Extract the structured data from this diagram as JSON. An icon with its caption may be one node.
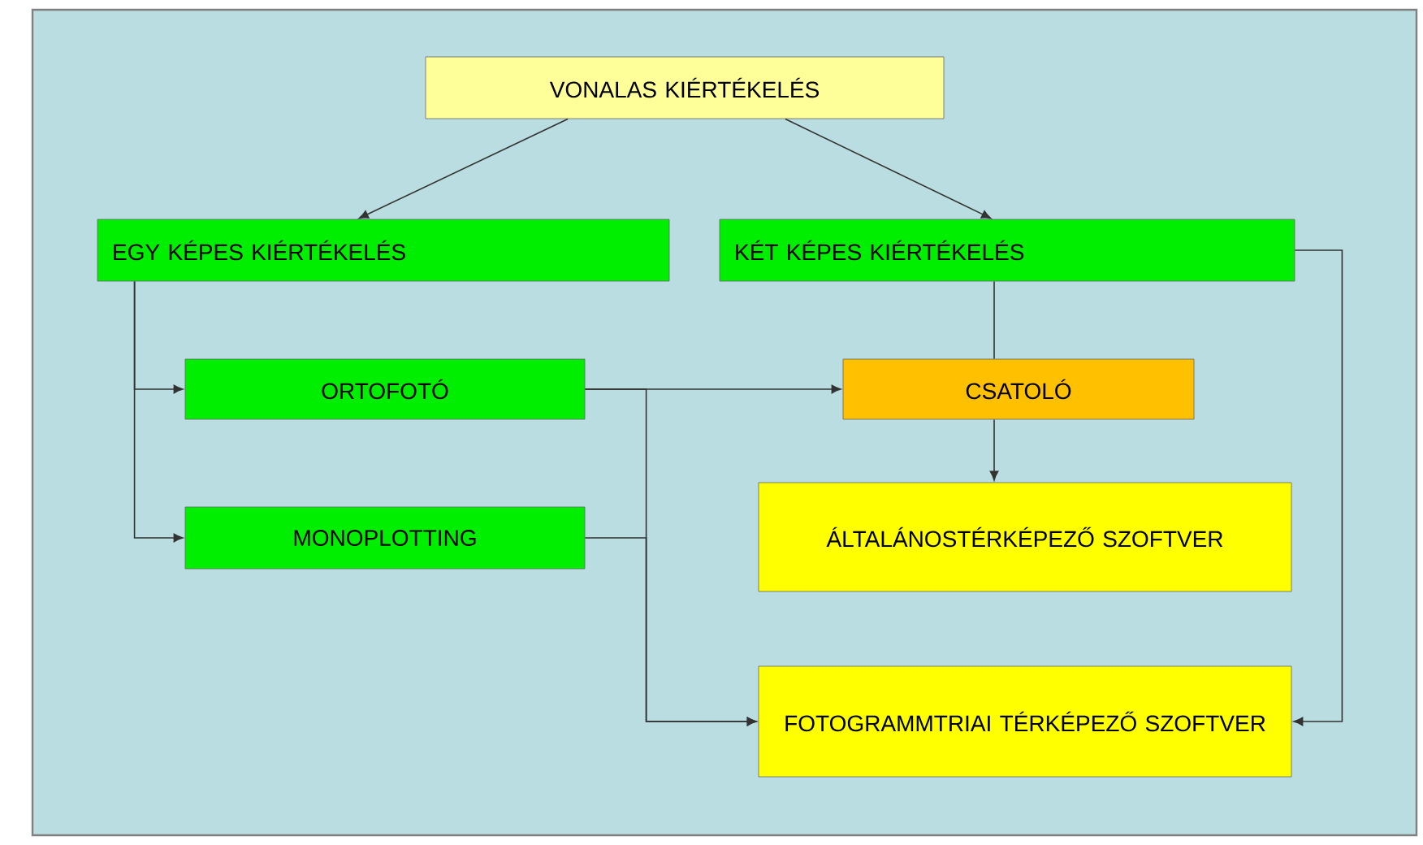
{
  "diagram": {
    "nodes": [
      {
        "text": [
          "VONALAS KIÉRTÉKELÉS"
        ]
      },
      {
        "text": [
          "EGY KÉPES KIÉRTÉKELÉS"
        ]
      },
      {
        "text": [
          "KÉT KÉPES KIÉRTÉKELÉS"
        ]
      },
      {
        "text": [
          "ORTOFOTÓ"
        ]
      },
      {
        "text": [
          "CSATOLÓ"
        ]
      },
      {
        "text": [
          "MONOPLOTTING"
        ]
      },
      {
        "text": [
          "ÁLTALÁNOSTÉRKÉPEZŐ SZOFTVER"
        ]
      },
      {
        "text": [
          "FOTOGRAMMTRIAI TÉRKÉPEZŐ SZOFTVER"
        ]
      }
    ],
    "edges": [
      {
        "from": 0,
        "to": 1,
        "arrow": "to"
      },
      {
        "from": 0,
        "to": 2,
        "arrow": "to"
      },
      {
        "from": 1,
        "to": 3,
        "arrow": "to"
      },
      {
        "from": 1,
        "to": 5,
        "arrow": "to"
      },
      {
        "from": 2,
        "to": 4,
        "arrow": "none"
      },
      {
        "from": 3,
        "to": 4,
        "arrow": "to"
      },
      {
        "from": 3,
        "to": 7,
        "arrow": "to"
      },
      {
        "from": 5,
        "to": 7,
        "arrow": "to"
      },
      {
        "from": 4,
        "to": 6,
        "arrow": "to"
      },
      {
        "from": 2,
        "to": 7,
        "arrow": "to"
      }
    ]
  }
}
